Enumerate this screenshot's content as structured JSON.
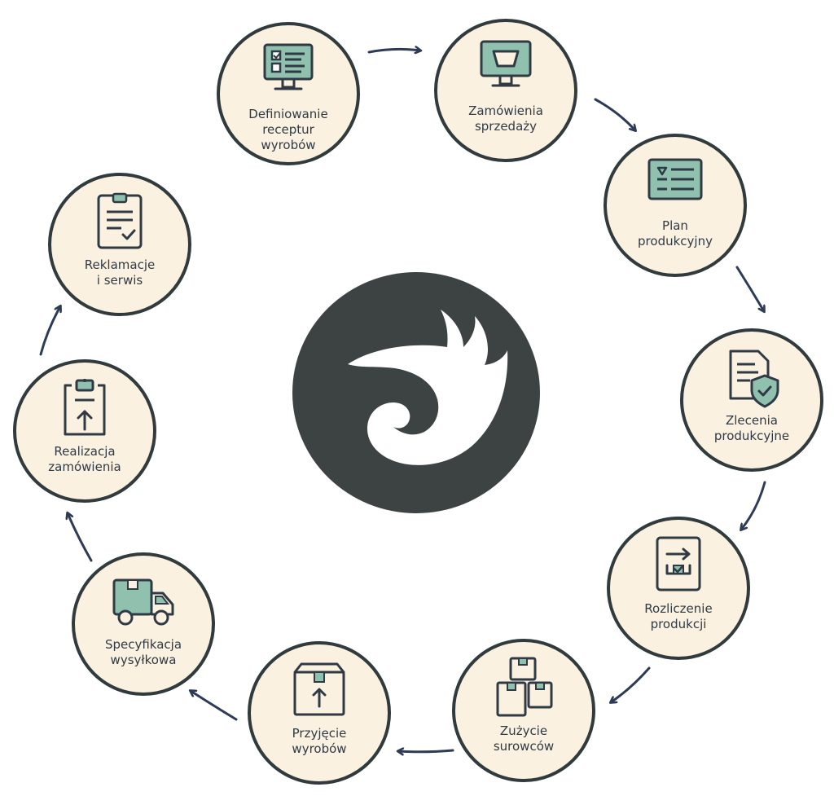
{
  "colors": {
    "node_fill": "#fbf1e0",
    "node_border": "#313b3d",
    "icon_fill": "#8fc1ae",
    "icon_stroke": "#2f3a45",
    "arrow": "#2e3b55",
    "logo_bg": "#3d4243",
    "logo_mark": "#ffffff"
  },
  "nodes": [
    {
      "label": "Definiowanie\nreceptur\nwyrobów",
      "icon": "monitor-checklist-icon"
    },
    {
      "label": "Zamówienia\nsprzedaży",
      "icon": "monitor-cart-icon"
    },
    {
      "label": "Plan\nprodukcyjny",
      "icon": "plan-board-icon"
    },
    {
      "label": "Zlecenia\nprodukcyjne",
      "icon": "document-shield-icon"
    },
    {
      "label": "Rozliczenie\nprodukcji",
      "icon": "transfer-document-icon"
    },
    {
      "label": "Zużycie\nsurowców",
      "icon": "stacked-boxes-icon"
    },
    {
      "label": "Przyjęcie\nwyrobów",
      "icon": "box-arrow-up-icon"
    },
    {
      "label": "Specyfikacja\nwysyłkowa",
      "icon": "delivery-truck-icon"
    },
    {
      "label": "Realizacja\nzamówienia",
      "icon": "clipboard-arrow-icon"
    },
    {
      "label": "Reklamacje\ni serwis",
      "icon": "clipboard-check-icon"
    }
  ],
  "center_logo": {
    "icon": "phoenix-bird-icon"
  }
}
